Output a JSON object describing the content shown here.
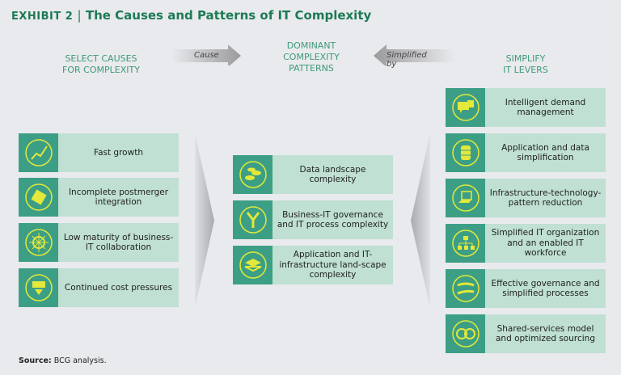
{
  "title": {
    "exhibit": "EXHIBIT 2",
    "separator": "|",
    "text": "The Causes and Patterns of IT Complexity"
  },
  "headings": {
    "causes": "SELECT CAUSES\nFOR COMPLEXITY",
    "patterns": "DOMINANT\nCOMPLEXITY\nPATTERNS",
    "levers": "SIMPLIFY\nIT LEVERS"
  },
  "arrows": {
    "cause": "Cause",
    "simplified": "Simplified by"
  },
  "causes": [
    {
      "label": "Fast growth",
      "icon": "growth-chart-icon"
    },
    {
      "label": "Incomplete postmerger integration",
      "icon": "puzzle-icon"
    },
    {
      "label": "Low maturity of business-IT collaboration",
      "icon": "wheel-icon"
    },
    {
      "label": "Continued cost pressures",
      "icon": "compress-icon"
    }
  ],
  "patterns": [
    {
      "label": "Data landscape complexity",
      "icon": "coins-icon"
    },
    {
      "label": "Business-IT governance and IT process complexity",
      "icon": "merge-icon"
    },
    {
      "label": "Application and IT-infrastructure land-scape complexity",
      "icon": "layers-icon"
    }
  ],
  "levers": [
    {
      "label": "Intelligent demand management",
      "icon": "chat-icon"
    },
    {
      "label": "Application and data simplification",
      "icon": "database-icon"
    },
    {
      "label": "Infrastructure-technology-pattern reduction",
      "icon": "laptop-icon"
    },
    {
      "label": "Simplified IT organization and an enabled IT workforce",
      "icon": "org-chart-icon"
    },
    {
      "label": "Effective governance and simplified processes",
      "icon": "arrows-icon"
    },
    {
      "label": "Shared-services model and optimized sourcing",
      "icon": "rings-icon"
    }
  ],
  "source": {
    "label": "Source:",
    "text": "BCG analysis."
  },
  "colors": {
    "title": "#1e7a55",
    "icon_bg": "#3c9f85",
    "box": "#bfe0d3",
    "icon": "#e3e83a"
  }
}
